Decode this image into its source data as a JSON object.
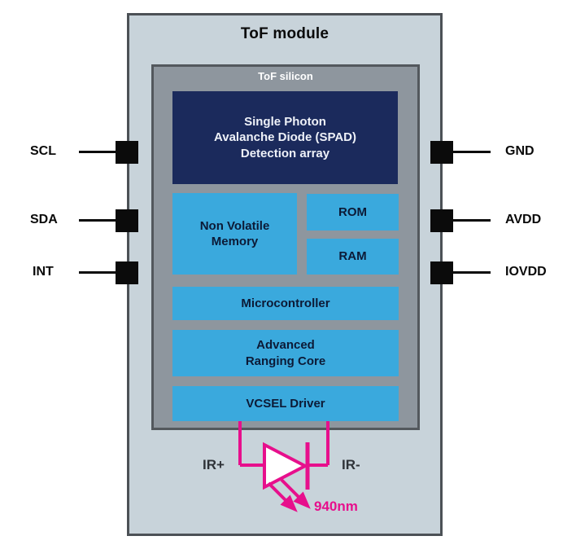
{
  "module": {
    "title": "ToF module",
    "silicon_title": "ToF silicon"
  },
  "blocks": {
    "spad": {
      "label": "Single Photon\nAvalanche Diode (SPAD)\nDetection array"
    },
    "nvm": {
      "label": "Non Volatile\nMemory"
    },
    "rom": {
      "label": "ROM"
    },
    "ram": {
      "label": "RAM"
    },
    "microcontroller": {
      "label": "Microcontroller"
    },
    "ranging_core": {
      "label": "Advanced\nRanging Core"
    },
    "vcsel_driver": {
      "label": "VCSEL Driver"
    }
  },
  "pins": {
    "left": [
      {
        "label": "SCL"
      },
      {
        "label": "SDA"
      },
      {
        "label": "INT"
      }
    ],
    "right": [
      {
        "label": "GND"
      },
      {
        "label": "AVDD"
      },
      {
        "label": "IOVDD"
      }
    ]
  },
  "emitter": {
    "anode_label": "IR+",
    "cathode_label": "IR-",
    "wavelength_label": "940nm",
    "symbol": "led-diode-icon"
  },
  "colors": {
    "module_fill": "#c8d3da",
    "silicon_fill": "#8e969e",
    "spad_navy": "#1b2a5c",
    "block_blue": "#3aa9dd",
    "accent_magenta": "#e70f8c",
    "pin_black": "#0b0b0b"
  }
}
